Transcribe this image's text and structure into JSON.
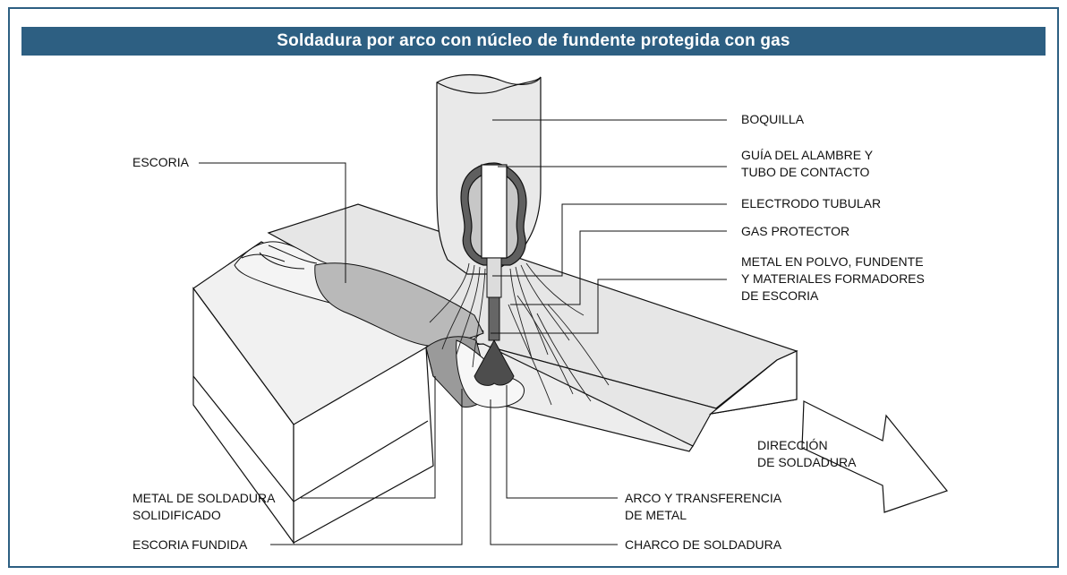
{
  "title": "Soldadura por arco con núcleo de fundente protegida con gas",
  "labels": {
    "boquilla": "BOQUILLA",
    "guia": "GUÍA DEL ALAMBRE Y\nTUBO DE CONTACTO",
    "electrodo": "ELECTRODO TUBULAR",
    "gas": "GAS PROTECTOR",
    "metal_polvo": "METAL EN POLVO, FUNDENTE\nY MATERIALES FORMADORES\nDE ESCORIA",
    "escoria": "ESCORIA",
    "direccion": "DIRECCIÓN\nDE SOLDADURA",
    "metal_solidificado": "METAL DE SOLDADURA\nSOLIDIFICADO",
    "arco": "ARCO Y TRANSFERENCIA\nDE METAL",
    "escoria_fundida": "ESCORIA FUNDIDA",
    "charco": "CHARCO DE SOLDADURA"
  },
  "colors": {
    "frame": "#2d5f82",
    "light_fill": "#ececec",
    "mid_fill": "#d2d2d2",
    "dark_fill": "#9a9a9a",
    "darker_fill": "#5f5f5f"
  }
}
